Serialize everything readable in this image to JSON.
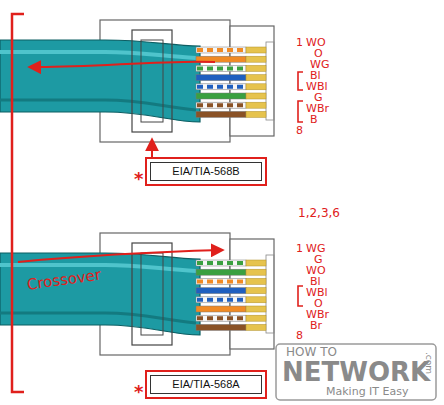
{
  "diagram": {
    "nodes": [
      {
        "text": [
          "EIA/TIA-568B"
        ]
      },
      {
        "text": [
          "EIA/TIA-568A"
        ]
      }
    ],
    "labels": [
      "1",
      "WO",
      "O",
      "WG",
      "Bl",
      "WBl",
      "G",
      "WBr",
      "B",
      "8",
      "*",
      "1,2,3,6",
      "1",
      "WG",
      "G",
      "WO",
      "Bl",
      "WBl",
      "O",
      "WBr",
      "Br",
      "8",
      "Crossover",
      "*",
      "HOW TO",
      "NETWORK",
      ".com",
      "Making IT Easy"
    ]
  }
}
